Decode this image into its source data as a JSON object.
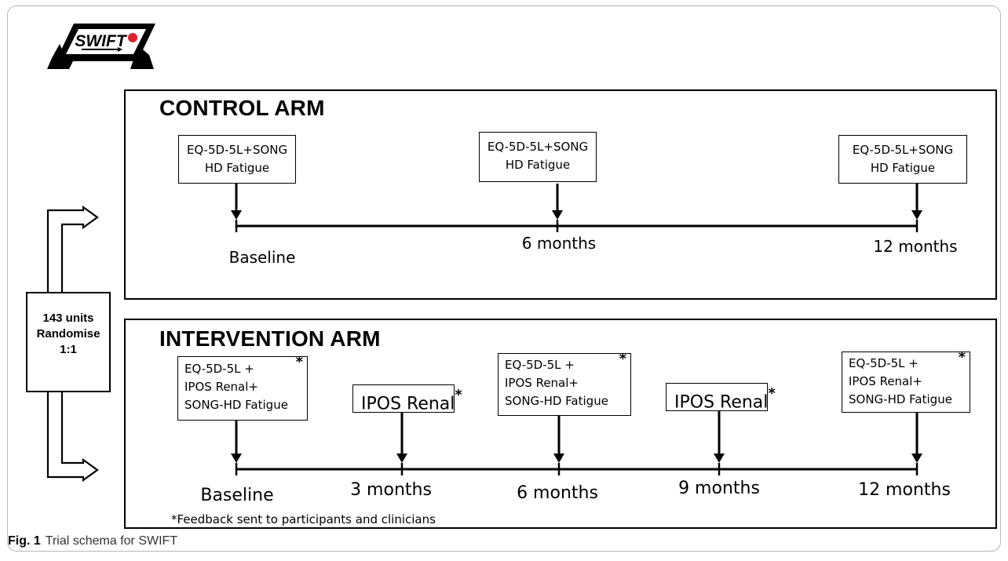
{
  "logo": {
    "text": "SWIFT"
  },
  "randomise": {
    "line1": "143 units",
    "line2": "Randomise",
    "line3": "1:1"
  },
  "control": {
    "title": "CONTROL ARM",
    "measure_boxes": [
      {
        "line1": "EQ-5D-5L+SONG",
        "line2": "HD Fatigue"
      },
      {
        "line1": "EQ-5D-5L+SONG",
        "line2": "HD Fatigue"
      },
      {
        "line1": "EQ-5D-5L+SONG",
        "line2": "HD Fatigue"
      }
    ],
    "timepoints": [
      "Baseline",
      "6 months",
      "12 months"
    ]
  },
  "intervention": {
    "title": "INTERVENTION ARM",
    "full_boxes": [
      {
        "line1": "EQ-5D-5L +",
        "line2": "IPOS Renal+",
        "line3": "SONG-HD Fatigue",
        "star": "*"
      },
      {
        "line1": "EQ-5D-5L +",
        "line2": "IPOS Renal+",
        "line3": "SONG-HD Fatigue",
        "star": "*"
      },
      {
        "line1": "EQ-5D-5L +",
        "line2": "IPOS Renal+",
        "line3": "SONG-HD Fatigue",
        "star": "*"
      }
    ],
    "ipos_boxes": [
      {
        "label": "IPOS Renal",
        "star": "*"
      },
      {
        "label": "IPOS Renal",
        "star": "*"
      }
    ],
    "timepoints": [
      "Baseline",
      "3 months",
      "6 months",
      "9 months",
      "12 months"
    ],
    "footnote": "*Feedback sent to participants and clinicians"
  },
  "caption": {
    "label": "Fig. 1",
    "text": "Trial schema for SWIFT"
  }
}
